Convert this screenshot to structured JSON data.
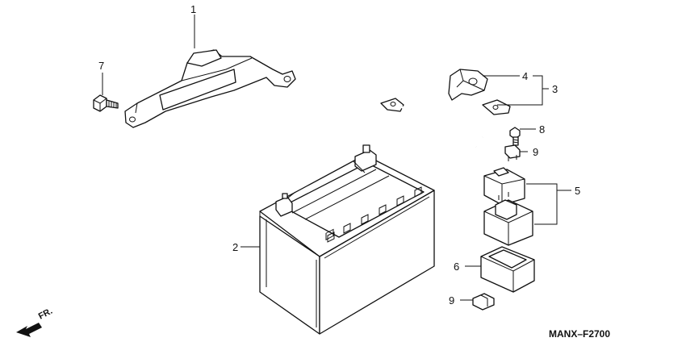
{
  "diagram": {
    "drawing_code": "MANX–F2700",
    "direction_label": "FR.",
    "callouts": [
      {
        "id": "c1",
        "label": "1"
      },
      {
        "id": "c2",
        "label": "2"
      },
      {
        "id": "c3",
        "label": "3"
      },
      {
        "id": "c4",
        "label": "4"
      },
      {
        "id": "c5",
        "label": "5"
      },
      {
        "id": "c6",
        "label": "6"
      },
      {
        "id": "c7",
        "label": "7"
      },
      {
        "id": "c8",
        "label": "8"
      },
      {
        "id": "c9a",
        "label": "9"
      },
      {
        "id": "c9b",
        "label": "9"
      }
    ]
  }
}
